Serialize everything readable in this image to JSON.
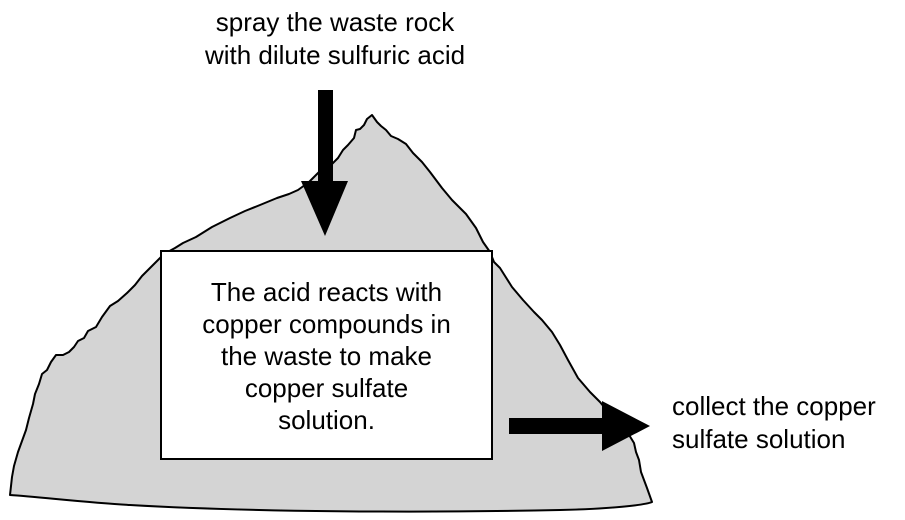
{
  "labels": {
    "spray_line1": "spray the waste rock",
    "spray_line2": "with dilute sulfuric acid",
    "reaction_line1": "The acid reacts with",
    "reaction_line2": "copper compounds in",
    "reaction_line3": "the waste to make",
    "reaction_line4": "copper sulfate",
    "reaction_line5": "solution.",
    "collect_line1": "collect the copper",
    "collect_line2": "sulfate solution"
  },
  "colors": {
    "rock_fill": "#d4d4d4",
    "outline": "#000000",
    "box_fill": "#ffffff",
    "arrow": "#000000"
  }
}
